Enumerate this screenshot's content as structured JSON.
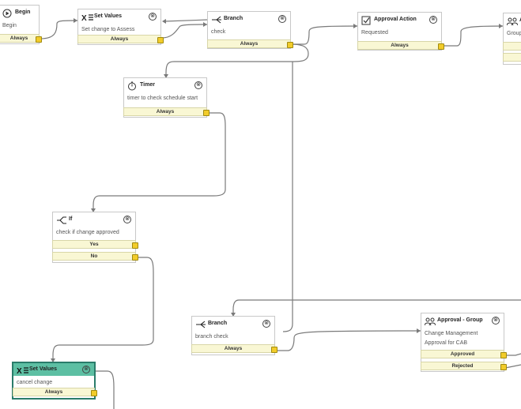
{
  "nodes": {
    "begin": {
      "title": "Begin",
      "desc": "Begin",
      "ports": [
        "Always"
      ]
    },
    "set_values_1": {
      "title": "Set Values",
      "desc": "Set change to Assess",
      "ports": [
        "Always"
      ]
    },
    "branch_1": {
      "title": "Branch",
      "desc": "check",
      "ports": [
        "Always"
      ]
    },
    "approval_action": {
      "title": "Approval Action",
      "desc": "Requested",
      "ports": [
        "Always"
      ]
    },
    "group_partial": {
      "title": "A",
      "desc": "Group"
    },
    "timer": {
      "title": "Timer",
      "desc": "timer to check schedule start",
      "ports": [
        "Always"
      ]
    },
    "if": {
      "title": "If",
      "desc": "check if change approved",
      "ports": [
        "Yes",
        "No"
      ]
    },
    "branch_2": {
      "title": "Branch",
      "desc": "branch check",
      "ports": [
        "Always"
      ]
    },
    "approval_group": {
      "title": "Approval - Group",
      "desc_line1": "Change Management",
      "desc_line2": "Approval for CAB",
      "ports": [
        "Approved",
        "Rejected"
      ]
    },
    "set_values_2": {
      "title": "Set Values",
      "desc": "cancel change",
      "ports": [
        "Always"
      ]
    }
  },
  "icons": {
    "close": "⊗"
  },
  "colors": {
    "port_bg": "#f9f7d4",
    "knob": "#f2cc2a",
    "selected_border": "#2a7c6a",
    "selected_header": "#5dbfa3",
    "wire": "#777777"
  }
}
